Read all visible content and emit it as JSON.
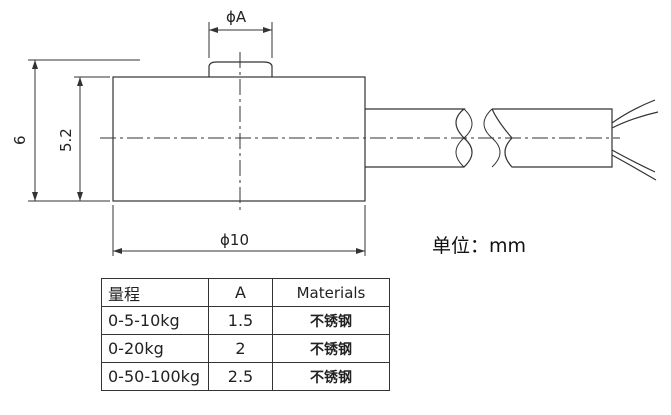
{
  "drawing": {
    "dim_top": "ϕA",
    "dim_bottom": "ϕ10",
    "dim_left_outer": "6",
    "dim_left_inner": "5.2"
  },
  "unit_label": "单位：mm",
  "table": {
    "headers": [
      "量程",
      "A",
      "Materials"
    ],
    "rows": [
      [
        "0-5-10kg",
        "1.5",
        "不锈钢"
      ],
      [
        "0-20kg",
        "2",
        "不锈钢"
      ],
      [
        "0-50-100kg",
        "2.5",
        "不锈钢"
      ]
    ]
  }
}
